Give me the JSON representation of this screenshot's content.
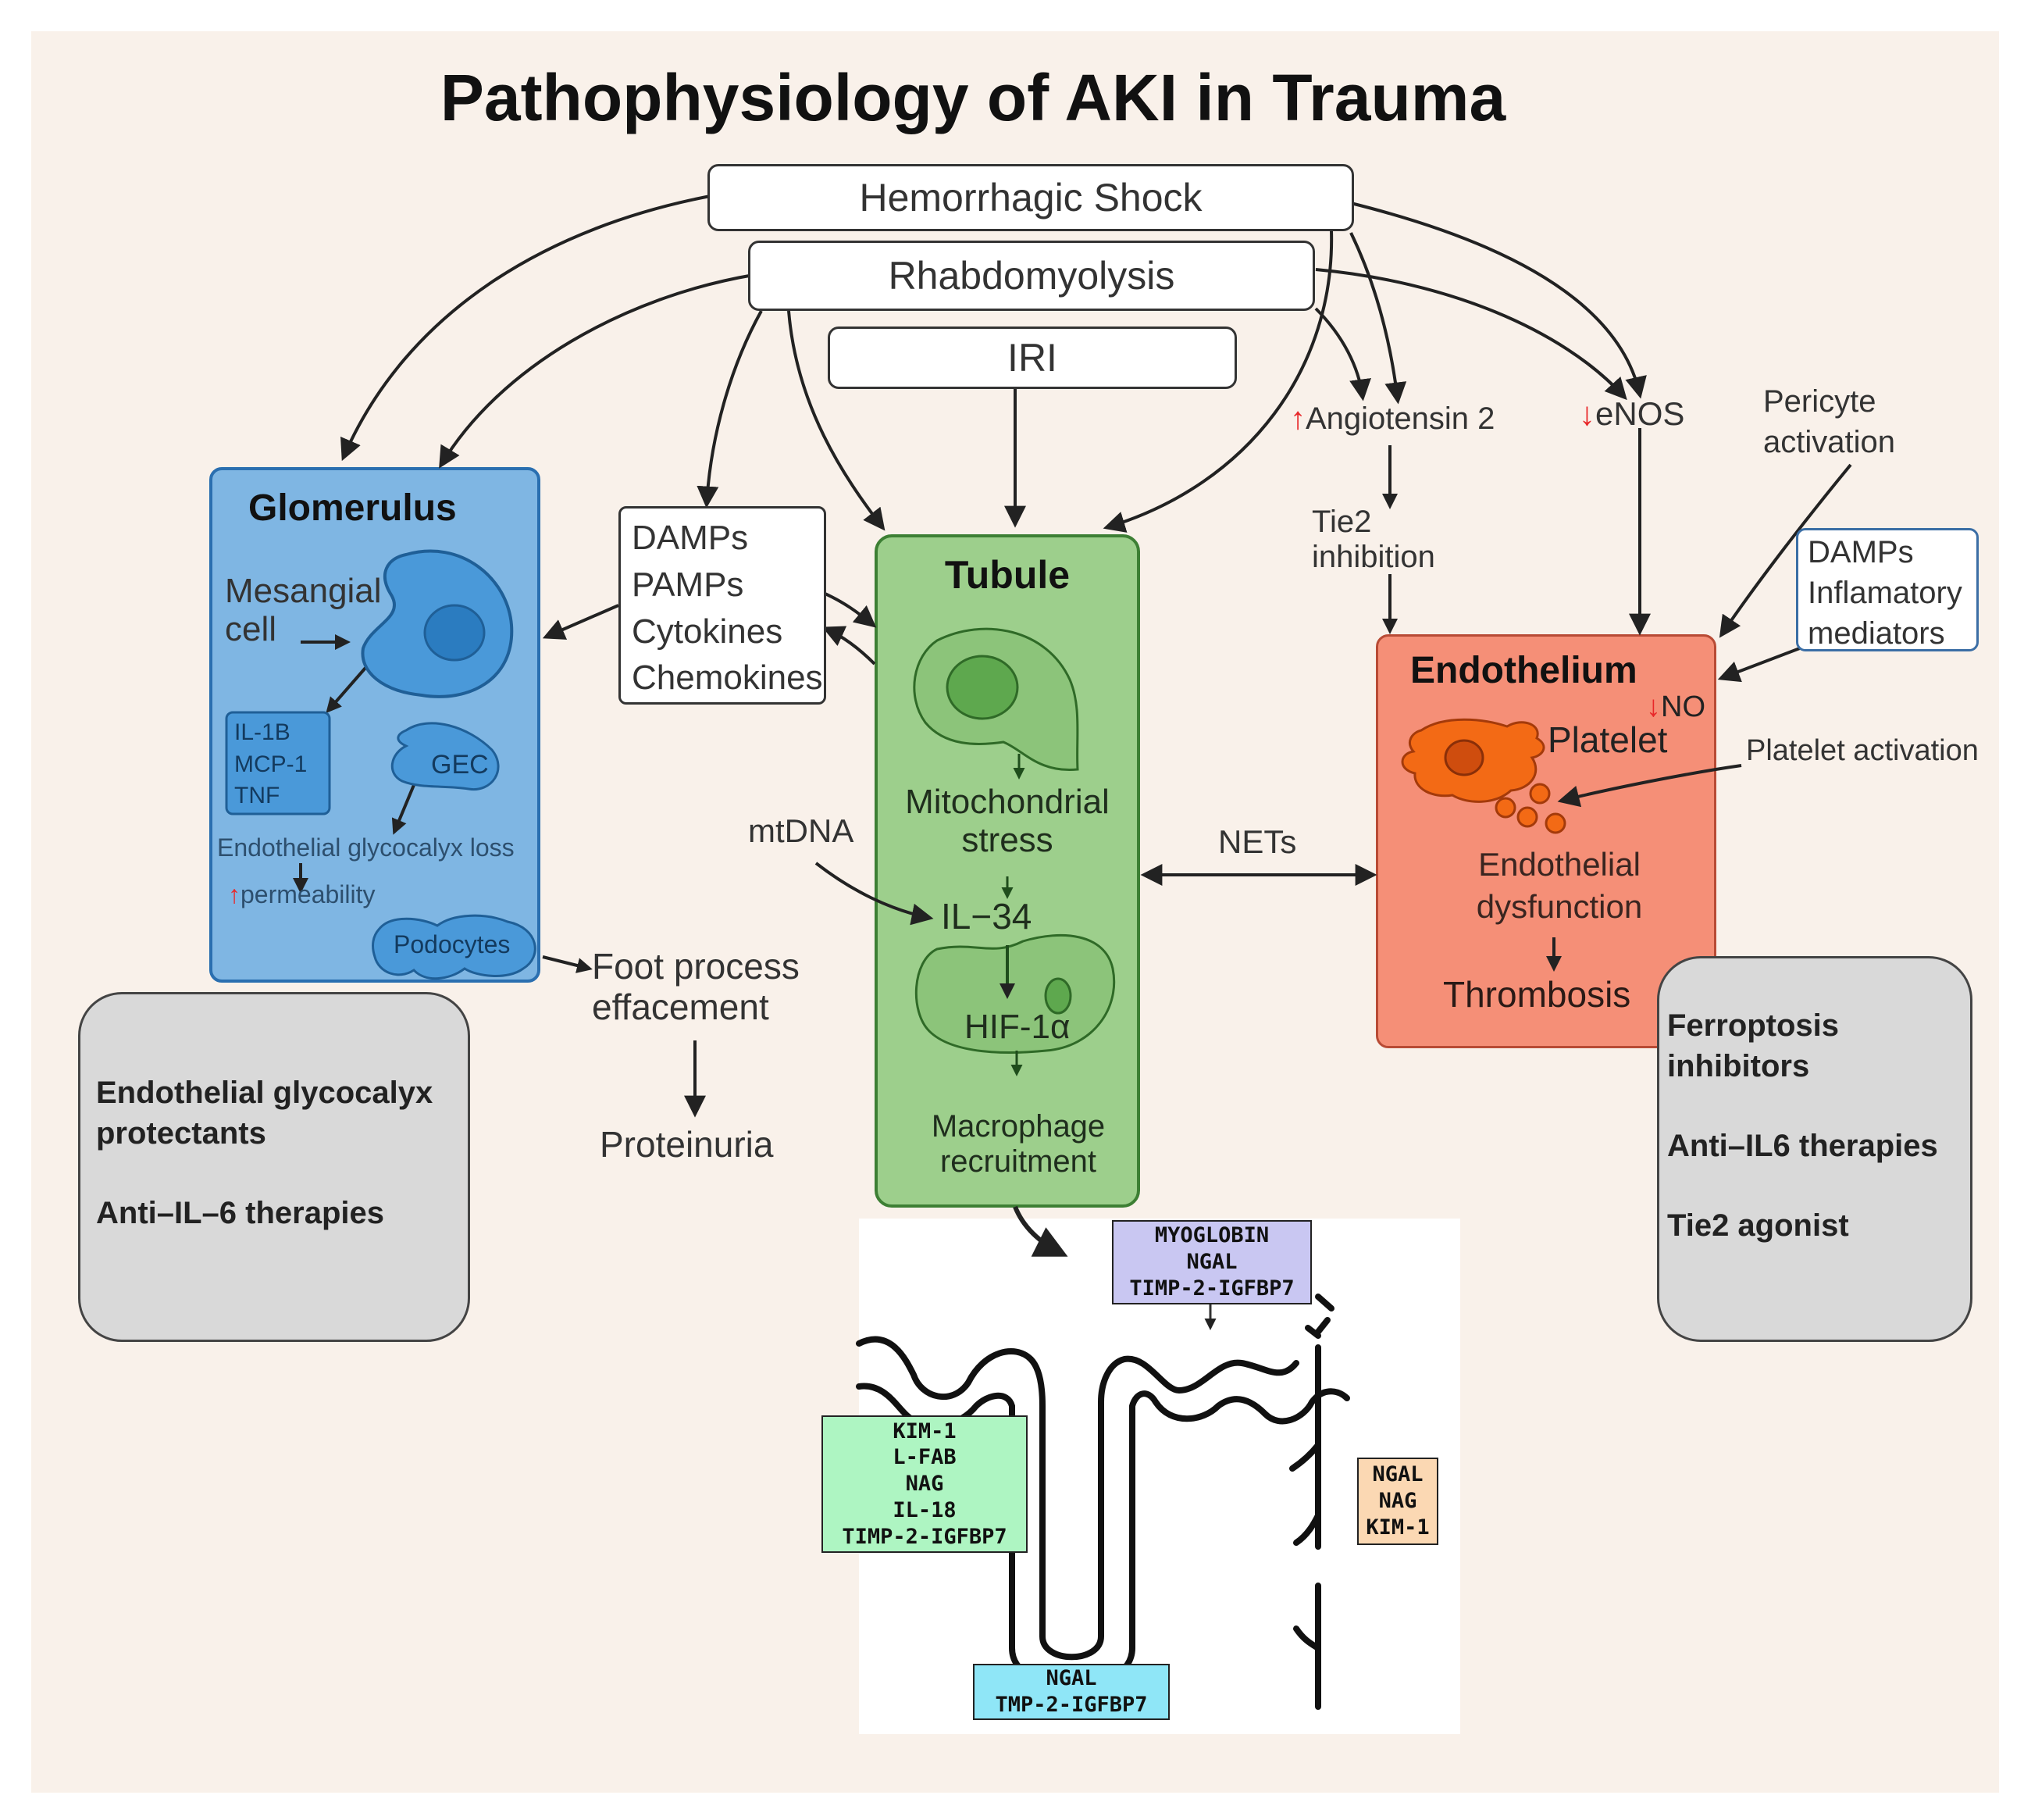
{
  "title": "Pathophysiology of AKI in Trauma",
  "top_causes": {
    "shock": "Hemorrhagic Shock",
    "rhabdo": "Rhabdomyolysis",
    "iri": "IRI"
  },
  "glomerulus": {
    "title": "Glomerulus",
    "mesangial_lines": [
      "Mesangial",
      "cell"
    ],
    "cytokines": [
      "IL-1B",
      "MCP-1",
      "TNF"
    ],
    "gec": "GEC",
    "glycocalyx_loss": "Endothelial glycocalyx loss",
    "permeability_arrow": "↑",
    "permeability": "permeability",
    "podocytes": "Podocytes"
  },
  "damps_box": [
    "DAMPs",
    "PAMPs",
    "Cytokines",
    "Chemokines"
  ],
  "foot_process": [
    "Foot process",
    "effacement"
  ],
  "proteinuria": "Proteinuria",
  "tubule": {
    "title": "Tubule",
    "mito_lines": [
      "Mitochondrial",
      "stress"
    ],
    "mtdna": "mtDNA",
    "il34": "IL−34",
    "hif": "HIF-1α",
    "macrophage_lines": [
      "Macrophage",
      "recruitment"
    ]
  },
  "nets": "NETs",
  "angiotensin": {
    "arrow": "↑",
    "label": "Angiotensin 2"
  },
  "enos": {
    "arrow": "↓",
    "label": "eNOS"
  },
  "tie2_inhibition": [
    "Tie2",
    "inhibition"
  ],
  "pericyte": [
    "Pericyte",
    "activation"
  ],
  "damps_inflam": [
    "DAMPs",
    "Inflamatory",
    "mediators"
  ],
  "endothelium": {
    "title": "Endothelium",
    "no_arrow": "↓",
    "no": "NO",
    "platelet": "Platelet",
    "platelet_activation": "Platelet activation",
    "dysfunction_lines": [
      "Endothelial",
      "dysfunction"
    ],
    "thrombosis": "Thrombosis"
  },
  "therapy_left": {
    "line1": "Endothelial glycocalyx",
    "line2": "protectants",
    "line3": "Anti–IL–6 therapies"
  },
  "therapy_right": {
    "line1": "Ferroptosis",
    "line2": "inhibitors",
    "line3": "Anti–IL6 therapies",
    "line4": "Tie2 agonist"
  },
  "biomarkers": {
    "purple": [
      "MYOGLOBIN",
      "NGAL",
      "TIMP-2-IGFBP7"
    ],
    "green": [
      "KIM-1",
      "L-FAB",
      "NAG",
      "IL-18",
      "TIMP-2-IGFBP7"
    ],
    "orange": [
      "NGAL",
      "NAG",
      "KIM-1"
    ],
    "cyan": [
      "NGAL",
      "TMP-2-IGFBP7"
    ]
  },
  "colors": {
    "background": "#f9f1ea",
    "glomerulus_fill": "#7fb6e3",
    "tubule_fill": "#9dcf8c",
    "endothelium_fill": "#f58f77",
    "therapy_fill": "#d9d9d9",
    "purple_box": "#c9c7f2",
    "green_box": "#aef5c2",
    "orange_box": "#fbd8b3",
    "cyan_box": "#8fe6f7",
    "red_arrow": "#e8282a"
  }
}
